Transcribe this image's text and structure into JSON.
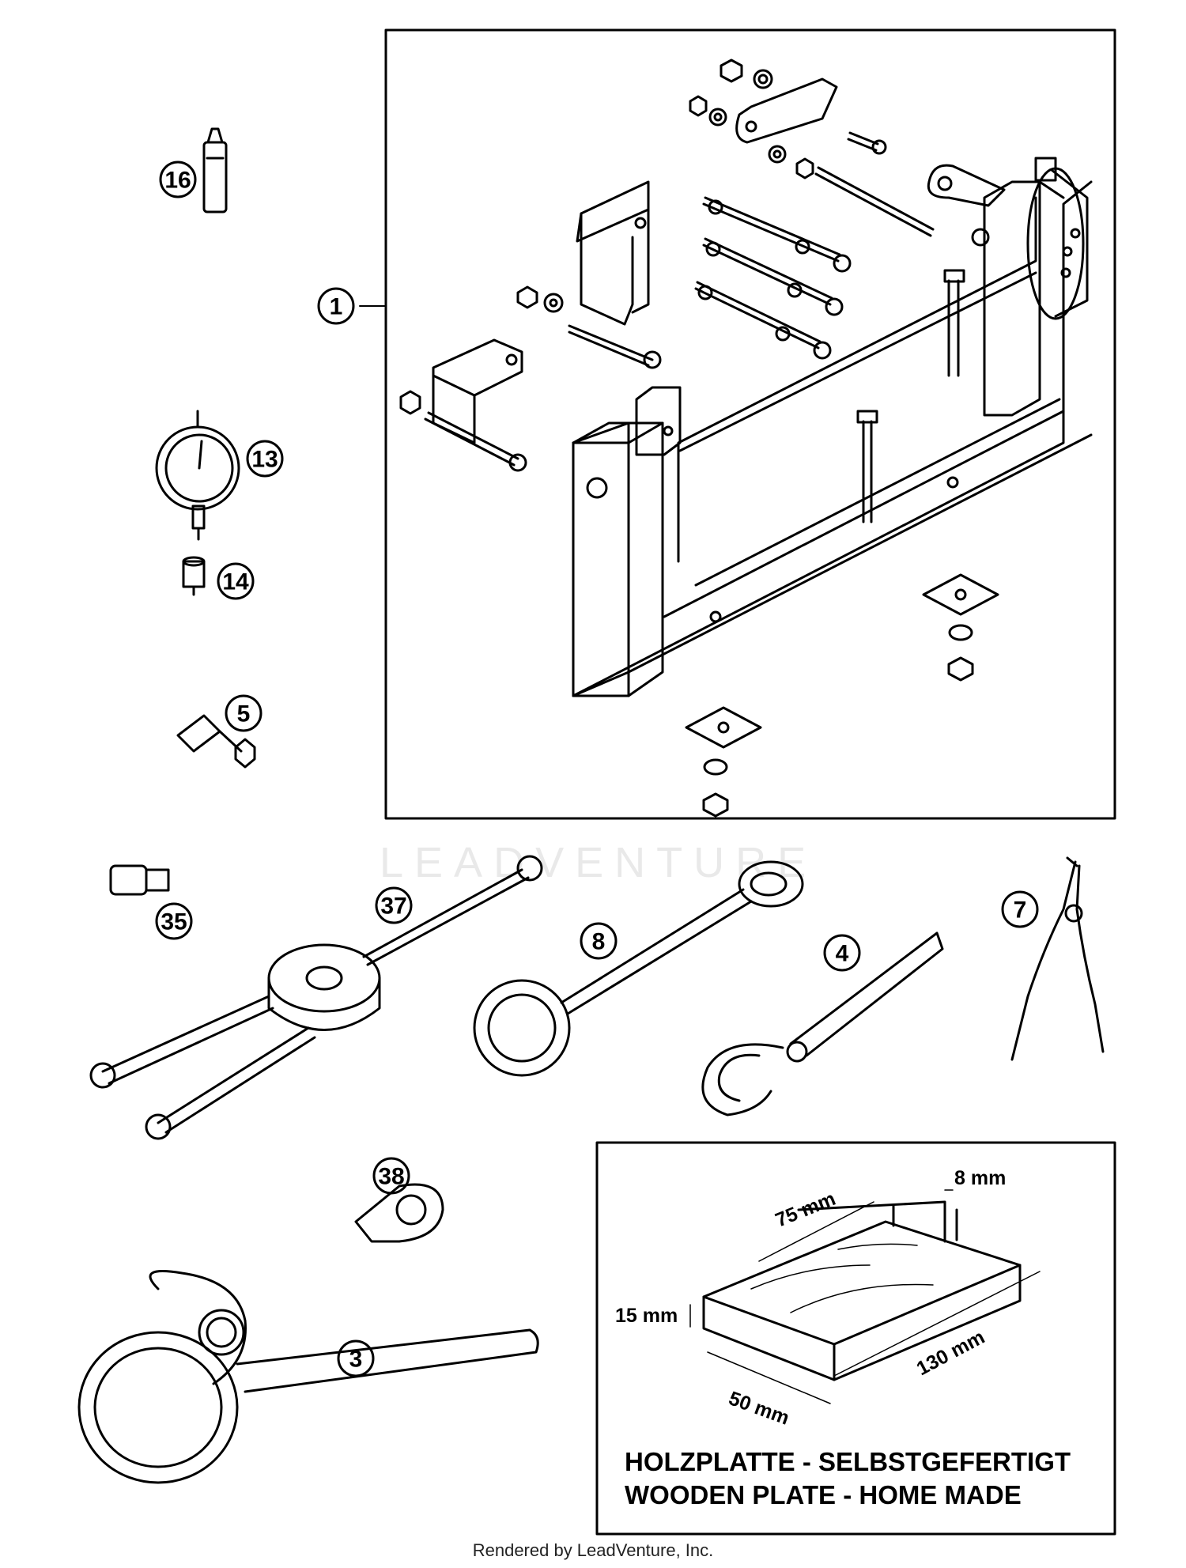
{
  "callouts": [
    "1",
    "16",
    "13",
    "14",
    "5",
    "35",
    "37",
    "8",
    "4",
    "7",
    "38",
    "3"
  ],
  "wooden_plate": {
    "dimensions": [
      "8 mm",
      "75 mm",
      "15 mm",
      "130 mm",
      "50 mm"
    ],
    "caption_de": "HOLZPLATTE - SELBSTGEFERTIGT",
    "caption_en": "WOODEN PLATE - HOME MADE"
  },
  "watermark": "LEADVENTURE",
  "footer": "Rendered by LeadVenture, Inc."
}
